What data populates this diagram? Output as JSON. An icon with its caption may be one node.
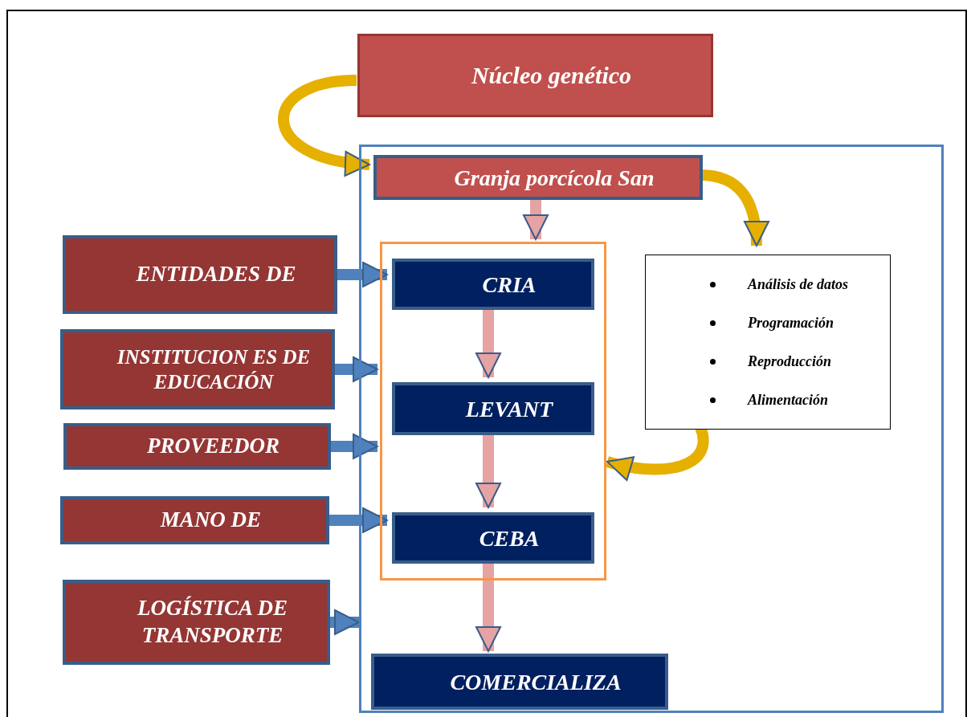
{
  "diagram": {
    "nodes": [
      {
        "text": [
          "Núcleo genético"
        ]
      },
      {
        "text": [],
        "shape": "box"
      },
      {
        "text": [
          "Granja porcícola San"
        ],
        "in": 1
      },
      {
        "text": [],
        "shape": "box",
        "in": 1
      },
      {
        "text": [
          "CRIA"
        ],
        "in": 3
      },
      {
        "text": [
          "LEVANT"
        ],
        "in": 3
      },
      {
        "text": [
          "CEBA"
        ],
        "in": 3
      },
      {
        "text": [
          "COMERCIALIZA"
        ],
        "in": 1
      },
      {
        "text": [
          "Análisis de datos",
          "Programación",
          "Reproducción",
          "Alimentación"
        ],
        "in": 1
      },
      {
        "text": [
          "ENTIDADES DE"
        ]
      },
      {
        "text": [
          "INSTITUCION ES DE EDUCACIÓN"
        ]
      },
      {
        "text": [
          "PROVEEDOR"
        ]
      },
      {
        "text": [
          "MANO DE"
        ]
      },
      {
        "text": [
          "LOGÍSTICA DE TRANSPORTE"
        ]
      }
    ],
    "edges": [
      {
        "from": 0,
        "to": 2,
        "arrow": "to",
        "color": "#e6b000"
      },
      {
        "from": 2,
        "to": 3,
        "arrow": "to",
        "color": "#e6a3a3"
      },
      {
        "from": 4,
        "to": 5,
        "arrow": "to",
        "color": "#e6a3a3"
      },
      {
        "from": 5,
        "to": 6,
        "arrow": "to",
        "color": "#e6a3a3"
      },
      {
        "from": 6,
        "to": 7,
        "arrow": "to",
        "color": "#e6a3a3"
      },
      {
        "from": 2,
        "to": 8,
        "arrow": "to",
        "color": "#e6b000"
      },
      {
        "from": 8,
        "to": 3,
        "arrow": "to",
        "color": "#e6b000"
      },
      {
        "from": 9,
        "to": 4,
        "arrow": "to"
      },
      {
        "from": 10,
        "to": 3,
        "arrow": "to"
      },
      {
        "from": 11,
        "to": 3,
        "arrow": "to"
      },
      {
        "from": 12,
        "to": 6,
        "arrow": "to"
      },
      {
        "from": 13,
        "to": 1,
        "arrow": "to"
      }
    ]
  }
}
